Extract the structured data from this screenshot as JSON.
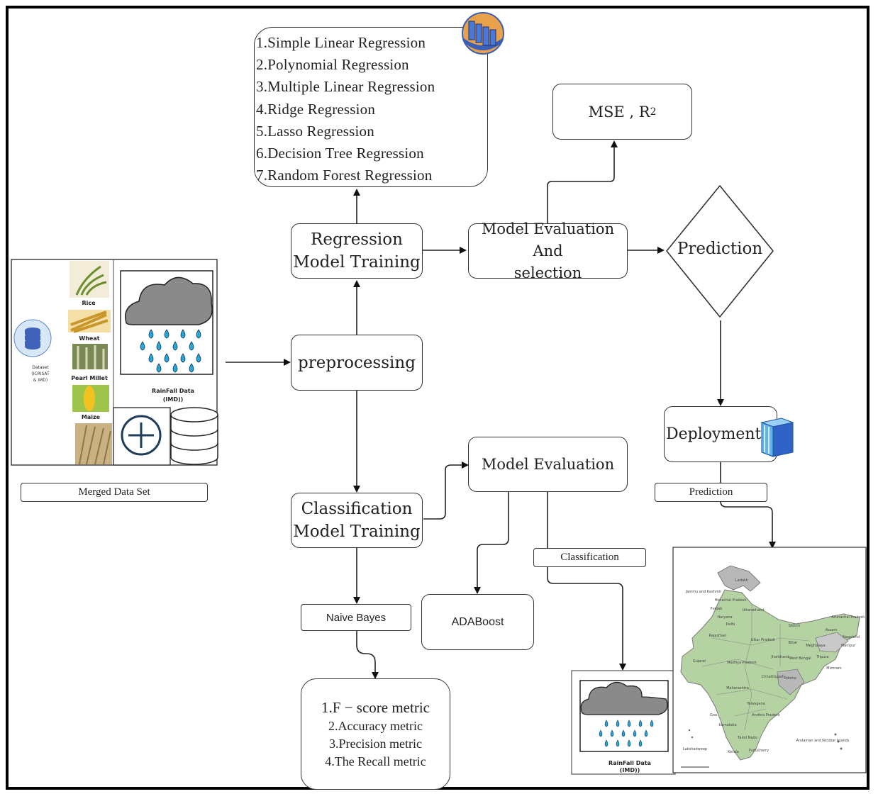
{
  "models_list": [
    "1.Simple Linear Regression",
    "2.Polynomial Regression",
    "3.Multiple Linear Regression",
    "4.Ridge Regression",
    "5.Lasso Regression",
    "6.Decision Tree Regression",
    "7.Random Forest Regression"
  ],
  "nodes": {
    "regression_training": [
      "Regression",
      "Model Training"
    ],
    "model_eval_selection": [
      "Model Evaluation And",
      "selection"
    ],
    "mse": "MSE , R",
    "mse_sup": "2",
    "prediction": "Prediction",
    "preprocessing": "preprocessing",
    "classification_training": [
      "Classification",
      "Model Training"
    ],
    "model_evaluation": "Model Evaluation",
    "deployment": "Deployment",
    "adaboost": "ADABoost",
    "metrics": [
      "1.F − score metric",
      "2.Accuracy metric",
      "3.Precision metric",
      "4.The Recall metric"
    ]
  },
  "labels": {
    "merged": "Merged Data Set",
    "prediction": "Prediction",
    "classification": "Classification",
    "naive_bayes": "Naive Bayes"
  },
  "dataset": {
    "dataset_label": [
      "Dataset",
      "(ICRISAT",
      "& IMD)"
    ],
    "crops": [
      "Rice",
      "Wheat",
      "Pearl Millet",
      "Maize"
    ],
    "rainfall": [
      "RainFall Data",
      "(IMD))"
    ]
  },
  "rainfall_small": [
    "RainFall Data",
    "(IMD))"
  ],
  "map_labels": [
    "Ladakh",
    "Jammu and Kashmir",
    "Himachal Pradesh",
    "Punjab",
    "Uttarakhand",
    "Haryana",
    "Delhi",
    "Rajasthan",
    "Uttar Pradesh",
    "Bihar",
    "Sikkim",
    "Arunachal Pradesh",
    "Assam",
    "Nagaland",
    "Meghalaya",
    "Manipur",
    "Tripura",
    "Mizoram",
    "West Bengal",
    "Jharkhand",
    "Gujarat",
    "Madhya Pradesh",
    "Chhattisgarh",
    "Odisha",
    "Maharashtra",
    "Telangana",
    "Andhra Pradesh",
    "Goa",
    "Karnataka",
    "Tamil Nadu",
    "Kerala",
    "Puducherry",
    "Lakshadweep",
    "Andaman and Nicobar Islands"
  ],
  "colors": {
    "map_fill": "#b5d3a2",
    "map_grey": "#b8b8b8",
    "rain_drop": "#2aa6d6",
    "cloud": "#8a8a8a"
  }
}
